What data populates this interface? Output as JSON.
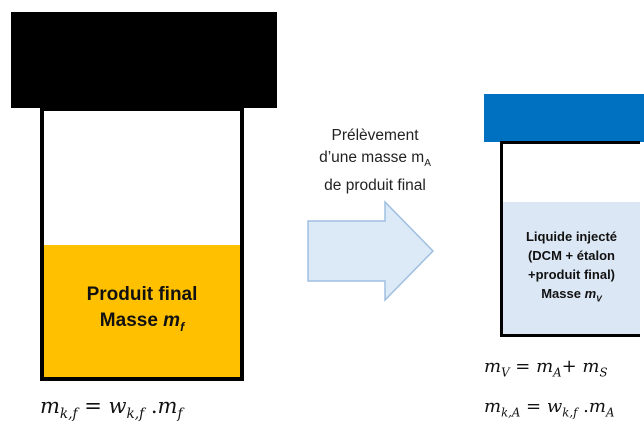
{
  "left_container": {
    "label_line1": "Produit final",
    "label_line2_prefix": "Masse ",
    "mass_symbol": "m",
    "mass_subscript": "f"
  },
  "arrow_caption": {
    "line1": "Prélèvement",
    "line2_prefix": "d’une masse m",
    "line2_subscript": "A",
    "line3": "de produit final"
  },
  "right_container": {
    "line1": "Liquide injecté",
    "line2": "(DCM + étalon",
    "line3": "+produit final)",
    "line4_prefix": "Masse ",
    "mass_symbol": "m",
    "mass_subscript": "V"
  },
  "equations": {
    "left": {
      "lhs": "m",
      "lhs_sub": "k,f",
      "eq": " = ",
      "w": "w",
      "w_sub": "k,f",
      "dot": " .",
      "m": "m",
      "m_sub": "f"
    },
    "right_1": {
      "lhs": "m",
      "lhs_sub": "V",
      "eq": " = ",
      "a": "m",
      "a_sub": "A",
      "plus": "+ ",
      "s": "m",
      "s_sub": "S"
    },
    "right_2": {
      "lhs": "m",
      "lhs_sub": "k,A",
      "eq": " = ",
      "w": "w",
      "w_sub": "k,f",
      "dot": " .",
      "m": "m",
      "m_sub": "A"
    }
  },
  "colors": {
    "lid_left": "#000000",
    "fill_left": "#ffc000",
    "lid_right": "#0070c0",
    "fill_right": "#dbe7f4",
    "arrow_fill": "#dce9f7",
    "arrow_stroke": "#9fbfe0"
  }
}
